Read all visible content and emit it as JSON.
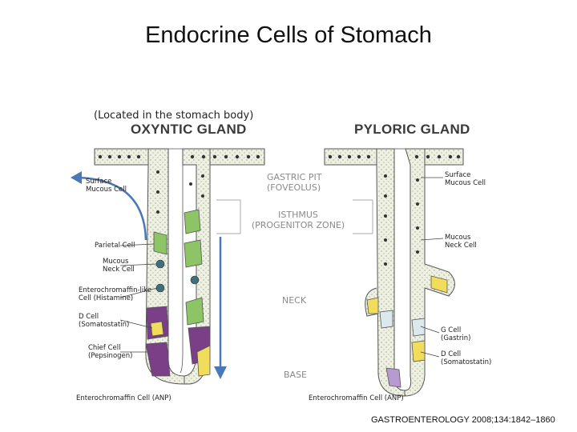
{
  "title": "Endocrine Cells of Stomach",
  "subtitle": "(Located in the stomach body)",
  "oxyntic": {
    "title": "OXYNTIC GLAND",
    "labels": [
      "Surface",
      "Mucous Cell",
      "Parietal Cell",
      "Mucous",
      "Neck Cell",
      "Enterochromaffin-like",
      "Cell (Histamine)",
      "D Cell",
      "(Somatostatin)",
      "Chief Cell",
      "(Pepsinogen)",
      "Enterochromaffin Cell (ANP)"
    ]
  },
  "pyloric": {
    "title": "PYLORIC GLAND",
    "labels": [
      "Surface",
      "Mucous Cell",
      "Mucous",
      "Neck Cell",
      "G Cell",
      "(Gastrin)",
      "D Cell",
      "(Somatostatin)",
      "Enterochromaffin Cell (ANP)"
    ]
  },
  "zones": {
    "pit": [
      "GASTRIC PIT",
      "(FOVEOLUS)"
    ],
    "isthmus": [
      "ISTHMUS",
      "(PROGENITOR ZONE)"
    ],
    "neck": "NECK",
    "base": "BASE"
  },
  "citation": "GASTROENTEROLOGY 2008;134:1842–1860",
  "colors": {
    "cell_fill": "#eef0e2",
    "parietal": "#8cc466",
    "chief": "#7a3f86",
    "d_cell": "#f2dc5c",
    "ecl": "#3e6f7a",
    "arrow": "#4a78b8"
  },
  "icons": [
    "arrow-up-left-icon",
    "arrow-down-icon"
  ]
}
